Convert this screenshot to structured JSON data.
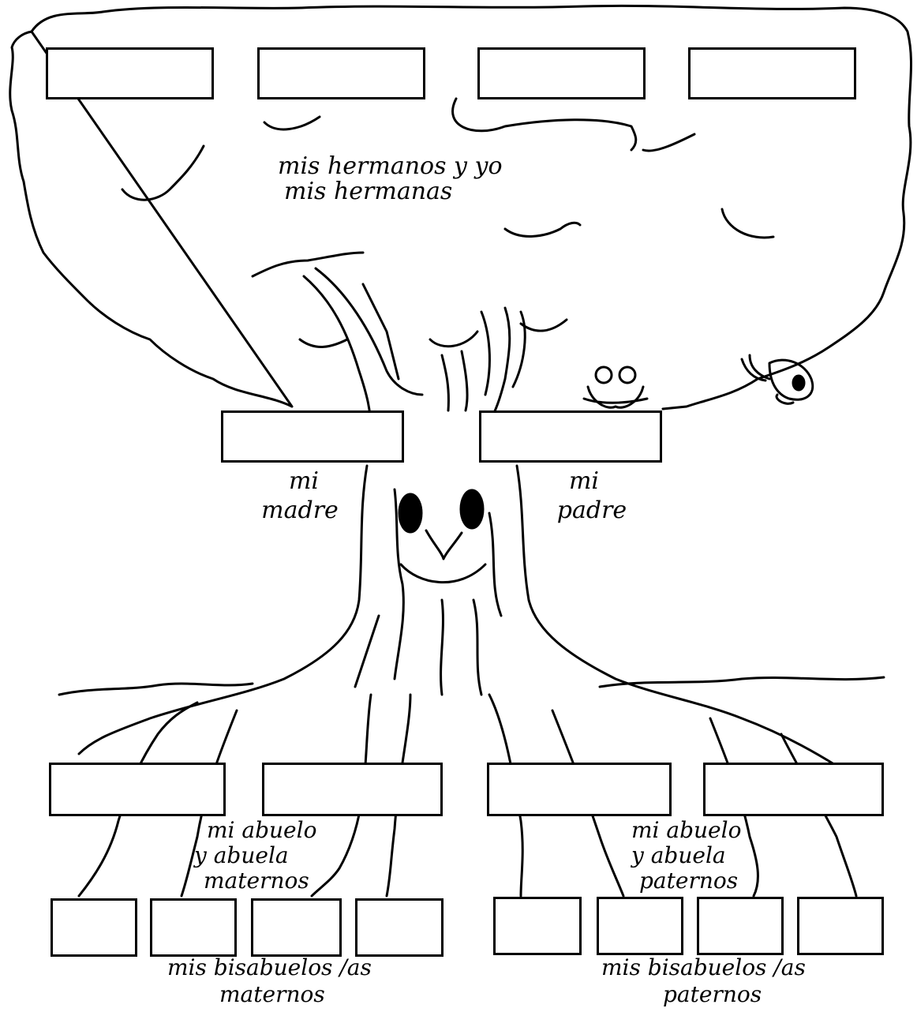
{
  "labels": {
    "siblings": {
      "line1": "mis hermanos y yo",
      "line2": "mis hermanas"
    },
    "mother": {
      "line1": "mi",
      "line2": "madre"
    },
    "father": {
      "line1": "mi",
      "line2": "padre"
    },
    "maternal_grandparents": {
      "line1": "mi abuelo",
      "line2": "y abuela",
      "line3": "maternos"
    },
    "paternal_grandparents": {
      "line1": "mi abuelo",
      "line2": "y abuela",
      "line3": "paternos"
    },
    "maternal_great_grandparents": {
      "line1": "mis bisabuelos /as",
      "line2": "maternos"
    },
    "paternal_great_grandparents": {
      "line1": "mis bisabuelos /as",
      "line2": "paternos"
    }
  },
  "colors": {
    "ink": "#000000",
    "paper": "#ffffff"
  }
}
